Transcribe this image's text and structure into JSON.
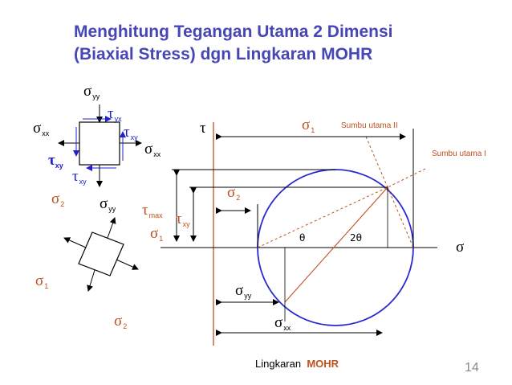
{
  "title": {
    "line1": "Menghitung Tegangan Utama 2 Dimensi",
    "line2": "(Biaxial Stress) dgn Lingkaran MOHR"
  },
  "element": {
    "sigma_yy_top": {
      "sym": "σ",
      "sub": "yy"
    },
    "sigma_xx_left": {
      "sym": "σ",
      "sub": "xx"
    },
    "sigma_xx_right": {
      "sym": "σ",
      "sub": "xx"
    },
    "sigma_yy_bottom": {
      "sym": "σ",
      "sub": "yy"
    },
    "tau_yx": {
      "sym": "τ",
      "sub": "yx"
    },
    "tau_xy_right": {
      "sym": "τ",
      "sub": "xy"
    },
    "tau_xy_left": {
      "sym": "τ",
      "sub": "xy"
    },
    "tau_xy_bottom": {
      "sym": "τ",
      "sub": "xy"
    }
  },
  "rotated": {
    "sigma2_top": {
      "sym": "σ",
      "sub": "2"
    },
    "sigma1_left": {
      "sym": "σ",
      "sub": "1"
    },
    "sigma2_bottom": {
      "sym": "σ",
      "sub": "2"
    }
  },
  "mohr": {
    "tau_axis": "τ",
    "sigma_axis": "σ",
    "sigma1": {
      "sym": "σ",
      "sub": "1"
    },
    "sigma2": {
      "sym": "σ",
      "sub": "2"
    },
    "tau_max": {
      "sym": "τ",
      "sub": "max"
    },
    "sigma1_center": {
      "sym": "σ",
      "sub": "1"
    },
    "tau_xy": {
      "sym": "τ",
      "sub": "xy"
    },
    "sigma_yy": {
      "sym": "σ",
      "sub": "yy"
    },
    "sigma_xx": {
      "sym": "σ",
      "sub": "xx"
    },
    "theta": "θ",
    "two_theta": "2θ",
    "principal_axis_2": "Sumbu utama II",
    "principal_axis_1": "Sumbu utama I"
  },
  "caption": {
    "prefix": "Lingkaran",
    "emph": "MOHR"
  },
  "page_number": "14",
  "colors": {
    "title": "#4646b4",
    "accent": "#c0501e",
    "circle": "#2a2ad0",
    "stress": "#2020cc"
  }
}
